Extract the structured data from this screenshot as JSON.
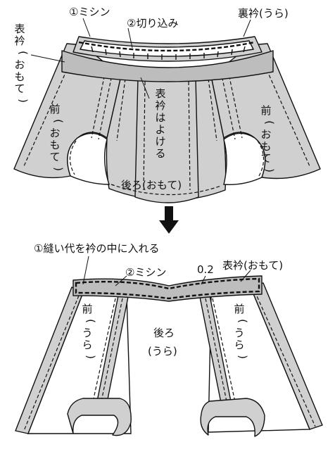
{
  "top": {
    "label_sewing": "①ミシン",
    "label_notch": "②切り込み",
    "label_under_collar": "裏衿(うら)",
    "label_top_collar": "表衿(おもて)",
    "label_keep_away": "表衿はよける",
    "label_front_left": "前(おもて)",
    "label_front_right": "前(おもて)",
    "label_back": "後ろ(おもて)"
  },
  "bottom": {
    "label_seam_allowance": "①縫い代を衿の中に入れる",
    "label_sewing2": "②ミシン",
    "label_measure": "0.2",
    "label_top_collar": "表衿(おもて)",
    "label_front_left": "前(うら)",
    "label_front_right": "前(うら)",
    "label_back": "後ろ(うら)"
  }
}
